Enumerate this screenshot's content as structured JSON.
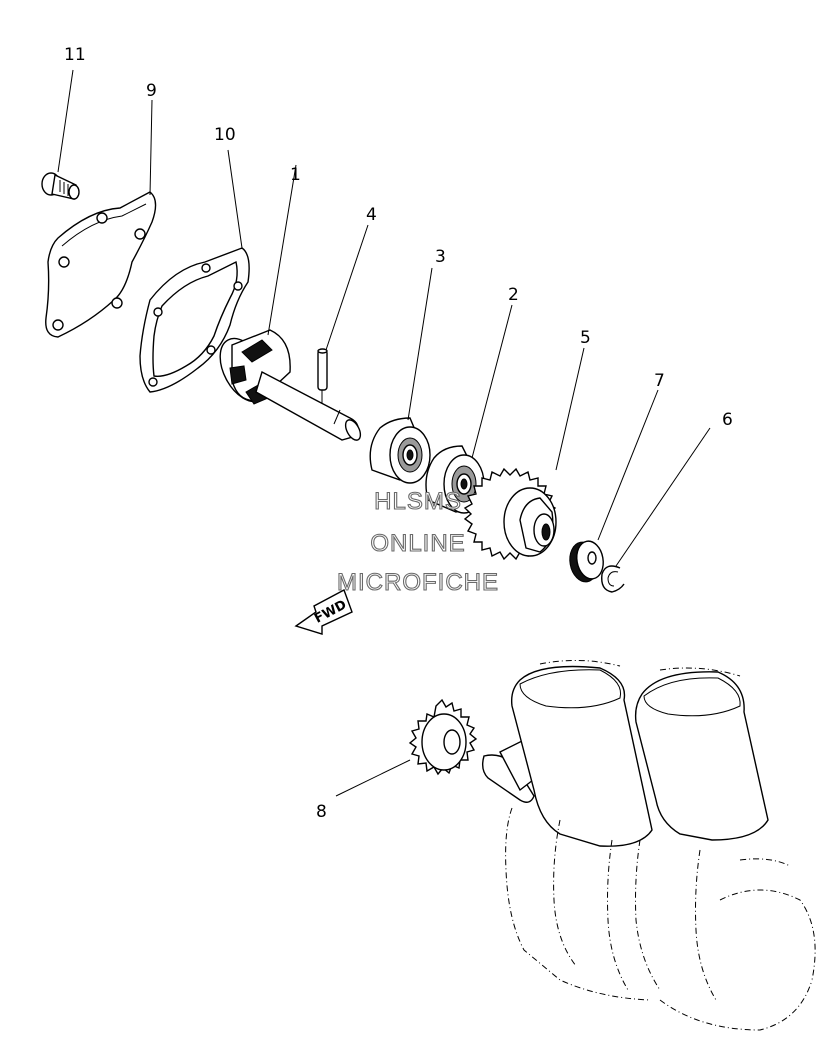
{
  "callouts": {
    "c1": "1",
    "c2": "2",
    "c3": "3",
    "c4": "4",
    "c5": "5",
    "c6": "6",
    "c7": "7",
    "c8": "8",
    "c9": "9",
    "c10": "10",
    "c11": "11"
  },
  "watermark": {
    "line1": "HLSMS",
    "line2": "ONLINE",
    "line3": "MICROFICHE"
  },
  "fwd_label": "FWD"
}
